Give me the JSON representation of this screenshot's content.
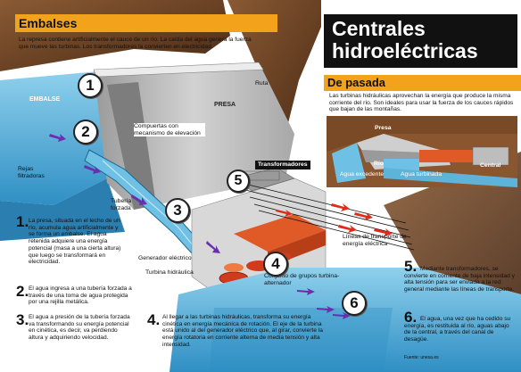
{
  "embalses": {
    "title": "Embalses",
    "desc": "La represa contiene artificialmente el cauce de un río. La caída del agua genera la fuerza que mueve las turbinas. Los transformadores la convierten en electricidad."
  },
  "main_title": "Centrales hidroeléctricas",
  "de_pasada": {
    "title": "De pasada",
    "desc": "Las turbinas hidráulicas aprovechan la energía que produce la misma corriente del río. Son ideales para usar la fuerza de los cauces rápidos que bajan de las montañas.",
    "labels": {
      "presa": "Presa",
      "rio": "Río",
      "agua_excedente": "Agua excedente",
      "agua_turbinada": "Agua turbinada",
      "central": "Central"
    }
  },
  "labels": {
    "ruta": "Ruta",
    "embalse": "EMBALSE",
    "presa": "PRESA",
    "compuertas": "Compuertas con mecanismo de elevación",
    "rejas": "Rejas filtradoras",
    "tuberia": "Tubería forzada",
    "transformadores": "Transformadores",
    "generador": "Generador eléctrico",
    "turbina": "Turbina hidráulica",
    "conjunto": "Conjunto de grupos turbina-alternador",
    "lineas": "Líneas de transporte de energía eléctrica"
  },
  "circles": [
    "1",
    "2",
    "3",
    "4",
    "5",
    "6"
  ],
  "steps": [
    {
      "num": "1.",
      "text": "La presa, situada en el lecho de un río, acumula agua artificialmente y se forma un embalse. El agua retenida adquiere una energía potencial (masa a una cierta altura) que luego se transformará en electricidad."
    },
    {
      "num": "2.",
      "text": "El agua ingresa a una tubería forzada a través de una toma de agua protegida por una rejilla metálica."
    },
    {
      "num": "3.",
      "text": "El agua a presión de la tubería forzada va transformando su energía potencial en cinética, es decir, va perdiendo altura y adquiriendo velocidad."
    },
    {
      "num": "4.",
      "text": "Al llegar a las turbinas hidráulicas, transforma su energía cinética en energía mecánica de rotación. El eje de la turbina está unido al del generador eléctrico que, al girar, convierte la energía rotatoria en corriente alterna de media tensión y alta intensidad."
    },
    {
      "num": "5.",
      "text": "Mediante transformadores, se convierte en corriente de baja intensidad y alta tensión para ser enviada a la red general mediante las líneas de transporte."
    },
    {
      "num": "6.",
      "text": "El agua, una vez que ha cedido su energía, es restituida al río, aguas abajo de la central, a través del canal de desagüe."
    }
  ],
  "source": "Fuente: unesa.es",
  "colors": {
    "accent": "#f2a21b",
    "water": "#5eb3d8",
    "concrete": "#bfbfbf",
    "arrow": "#6a2fb0",
    "rock": "#6b3f22"
  }
}
